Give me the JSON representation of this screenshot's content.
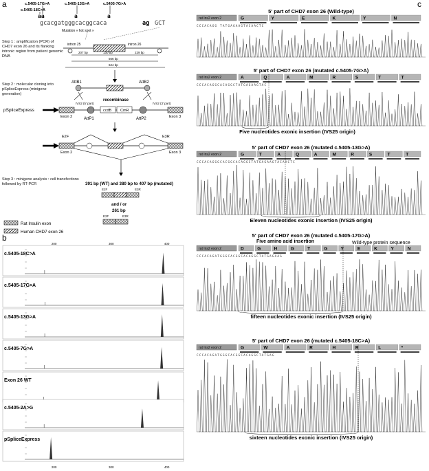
{
  "panels": {
    "a": "a",
    "b": "b",
    "c": "c"
  },
  "panel_a": {
    "mutations": [
      "c.5405-17G>A",
      "c.5405-18C>A",
      "c.5405-13G>A",
      "c.5405-7G>A"
    ],
    "seq_top_bases": [
      "aa",
      "a",
      "a"
    ],
    "seq_intron": "gcacgatgggcacggcaca",
    "seq_ag": "ag",
    "seq_exon": "GCT",
    "hotspot": "Mutation « hot spot »",
    "intron25": "intron 25",
    "intron26": "intron 26",
    "bp207": "207 bp",
    "bp130": "130 bp",
    "bp229": "229 bp",
    "bp566": "566 bp",
    "bp624": "624 bp",
    "step1": "Step 1 : amplification (PCR) of CHD7 exon 26 and its flanking intronic region from patient genomic DNA",
    "step2": "Step 2 : molecular cloning into pSpliceExpress (minigene generation)",
    "pSpliceExpress": "pSpliceExpress",
    "attB1": "AttB1",
    "attB2": "AttB2",
    "attP1": "AttP1",
    "attP2": "AttP2",
    "recombinase": "recombinase",
    "ccdB": "ccdB",
    "cmR": "CmR",
    "ivs2_5": "IVS2 (5' part)",
    "ivs2_3": "IVS2 (3' part)",
    "exon2": "Exon 2",
    "exon3": "Exon 3",
    "e2f": "E2F",
    "e3r": "E3R",
    "step3": "Step 3 : minigene analysis : cell transfections followed by RT-PCR",
    "result1": "391 bp (WT) and 380 bp to 407 bp (mutated)",
    "andor": "and / or",
    "result2": "261 bp",
    "legend_rat": "Rat Insulin exon",
    "legend_human": "Human CHD7 exon 26"
  },
  "panel_b": {
    "axis_ticks": [
      "200",
      "300",
      "400"
    ],
    "traces": [
      {
        "label": "c.5405-18C>A",
        "peak_pos": 0.872,
        "peak_h": 0.85,
        "small_pos": 0.125
      },
      {
        "label": "c.5405-17G>A",
        "peak_pos": 0.868,
        "peak_h": 0.9,
        "small_pos": 0.127
      },
      {
        "label": "c.5405-13G>A",
        "peak_pos": 0.865,
        "peak_h": 0.92,
        "small_pos": 0.126
      },
      {
        "label": "c.5405-7G>A",
        "peak_pos": 0.862,
        "peak_h": 0.88,
        "small_pos": 0.124
      },
      {
        "label": "Exon 26 WT",
        "peak_pos": 0.84,
        "peak_h": 0.8,
        "small_pos": 0.12
      },
      {
        "label": "c.5405-2A>G",
        "peak_pos": 0.74,
        "peak_h": 0.78,
        "small_pos": 0.122
      },
      {
        "label": "pSpliceExpress",
        "peak_pos": 0.165,
        "peak_h": 0.9,
        "small_pos": 0.0
      }
    ]
  },
  "panel_c": {
    "rat_label": "rat Ins2 exon 2",
    "blocks": [
      {
        "title": "5' part of CHD7 exon 26 (Wild-type)",
        "aa": [
          "G",
          "Y",
          "E",
          "K",
          "Y",
          "N"
        ],
        "bases": "CCCACAGG TATGAGAAGTACAACTC",
        "caption": ""
      },
      {
        "title": "5' part of CHD7 exon 26 (mutated c.5405-7G>A)",
        "aa": [
          "A",
          "Q",
          "A",
          "M",
          "R",
          "S",
          "T",
          "T"
        ],
        "bases": "CCCACAGGCACAGGCTATGAGAAGTAC",
        "caption": "Five nucleotides exonic insertion (IVS25 origin)"
      },
      {
        "title": "5' part of CHD7 exon 26 (mutated c.5405-13G>A)",
        "aa": [
          "G",
          "T",
          "A",
          "Q",
          "A",
          "M",
          "R",
          "S",
          "T",
          "T"
        ],
        "bases": "CCCACAGGGCACGGCACAGGCTATGAGAAGTACAACTC",
        "caption": "Eleven nucleotides exonic insertion (IVS25 origin)"
      },
      {
        "title": "5' part of CHD7 exon 26 (mutated c.5405-17G>A)",
        "aa": [
          "D",
          "G",
          "H",
          "G",
          "T",
          "G",
          "Y",
          "E",
          "K",
          "Y",
          "N"
        ],
        "bases": "CCCACAGATGGGCACGGCACAGGCTATGAGAAG",
        "caption": "fifteen nucleotides exonic insertion (IVS25 origin)",
        "extra1": "Five amino acid insertion",
        "extra2": "Wild-type protein sequence"
      },
      {
        "title": "5' part of CHD7 exon 26 (mutated c.5405-18C>A)",
        "aa": [
          "G",
          "W",
          "A",
          "R",
          "H",
          "R",
          "L",
          "*"
        ],
        "bases": "CCCACAGATGGGCACGGCACAGGCTATGAG",
        "caption": "sixteen nucleotides exonic insertion (IVS25 origin)"
      }
    ]
  }
}
